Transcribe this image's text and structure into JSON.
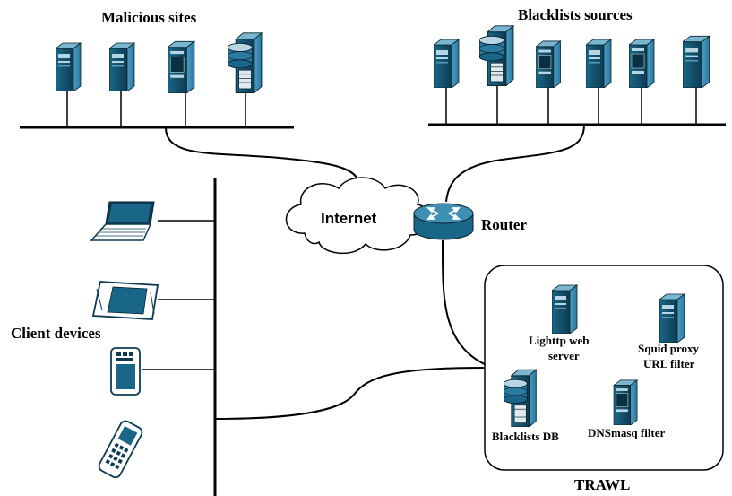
{
  "labels": {
    "malicious_sites": "Malicious sites",
    "blacklists_sources": "Blacklists sources",
    "internet": "Internet",
    "router": "Router",
    "client_devices": "Client devices",
    "lighttp_line1": "Lighttp web",
    "lighttp_line2": "server",
    "squid_line1": "Squid proxy",
    "squid_line2": "URL filter",
    "blacklists_db": "Blacklists DB",
    "dnsmasq": "DNSmasq filter",
    "trawl": "TRAWL"
  },
  "colors": {
    "device_dark": "#0d3c52",
    "device_mid": "#1a6688",
    "device_light": "#3d8fb3",
    "device_highlight": "#b7d6e4",
    "line": "#000000",
    "background": "#ffffff"
  },
  "icons": {
    "server": "server-tower-icon",
    "database": "database-server-icon",
    "router": "router-icon",
    "cloud": "cloud-icon",
    "laptop": "laptop-icon",
    "tablet": "tablet-icon",
    "pda": "pda-icon",
    "phone": "mobile-phone-icon"
  }
}
